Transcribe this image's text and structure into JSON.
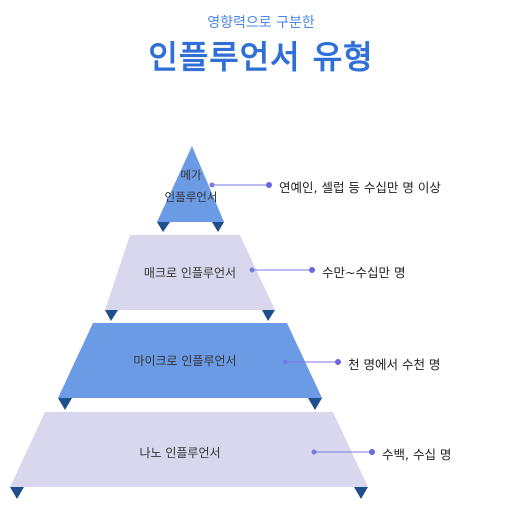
{
  "header": {
    "subtitle": "영향력으로 구분한",
    "title": "인플루언서 유형"
  },
  "tiers": [
    {
      "label": "메가 인플루언서",
      "label_lines": [
        "메가",
        "인플루언서"
      ],
      "description": "연예인, 셀럽 등 수십만 명 이상"
    },
    {
      "label": "매크로 인플루언서",
      "description": "수만~수십만 명"
    },
    {
      "label": "마이크로 인플루언서",
      "description": "천 명에서 수천 명"
    },
    {
      "label": "나노 인플루언서",
      "description": "수백, 수십 명"
    }
  ],
  "colors": {
    "title": "#2f6fd6",
    "subtitle": "#4a86e8",
    "tier_blue": "#6c9be6",
    "tier_lavender": "#d9d7ee",
    "marker": "#1f4e8c",
    "connector": "#7b79e0"
  }
}
